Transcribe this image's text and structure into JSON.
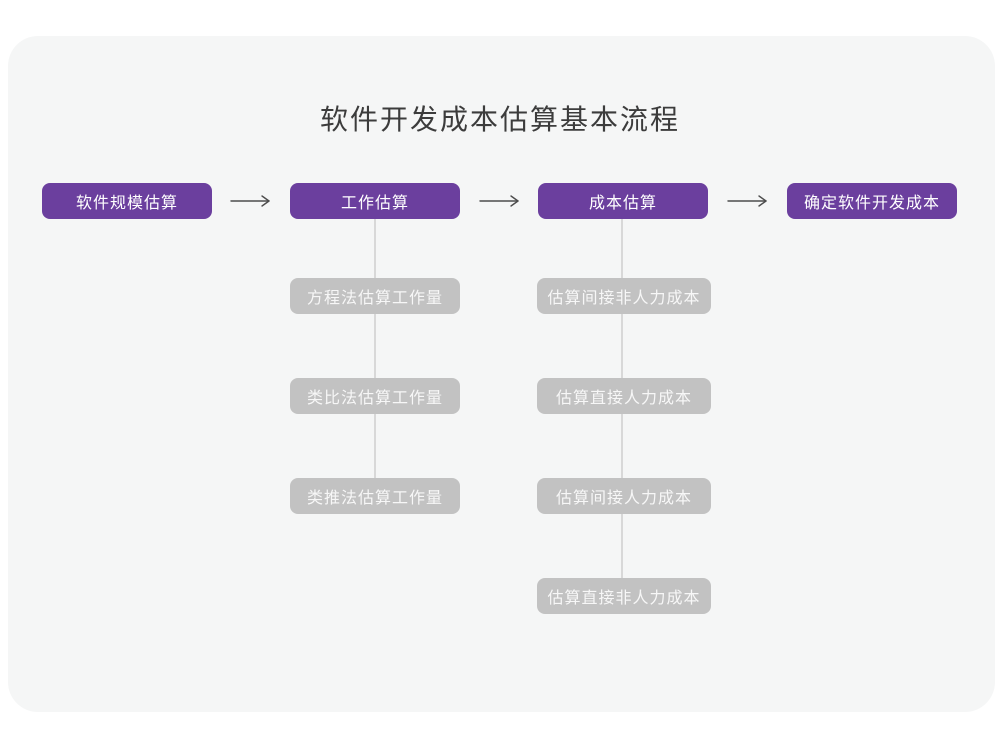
{
  "title": "软件开发成本估算基本流程",
  "colors": {
    "accent_purple": "#6b3f9e",
    "sub_box_gray": "#c2c2c2",
    "connector_gray": "#d8d8d8",
    "arrow_gray": "#4d4d4d",
    "card_bg": "#f5f6f6",
    "title_color": "#3c3c3c"
  },
  "flow": {
    "steps": [
      {
        "label": "软件规模估算"
      },
      {
        "label": "工作估算"
      },
      {
        "label": "成本估算"
      },
      {
        "label": "确定软件开发成本"
      }
    ],
    "work_estimation_methods": [
      {
        "label": "方程法估算工作量"
      },
      {
        "label": "类比法估算工作量"
      },
      {
        "label": "类推法估算工作量"
      }
    ],
    "cost_estimation_items": [
      {
        "label": "估算间接非人力成本"
      },
      {
        "label": "估算直接人力成本"
      },
      {
        "label": "估算间接人力成本"
      },
      {
        "label": "估算直接非人力成本"
      }
    ]
  }
}
